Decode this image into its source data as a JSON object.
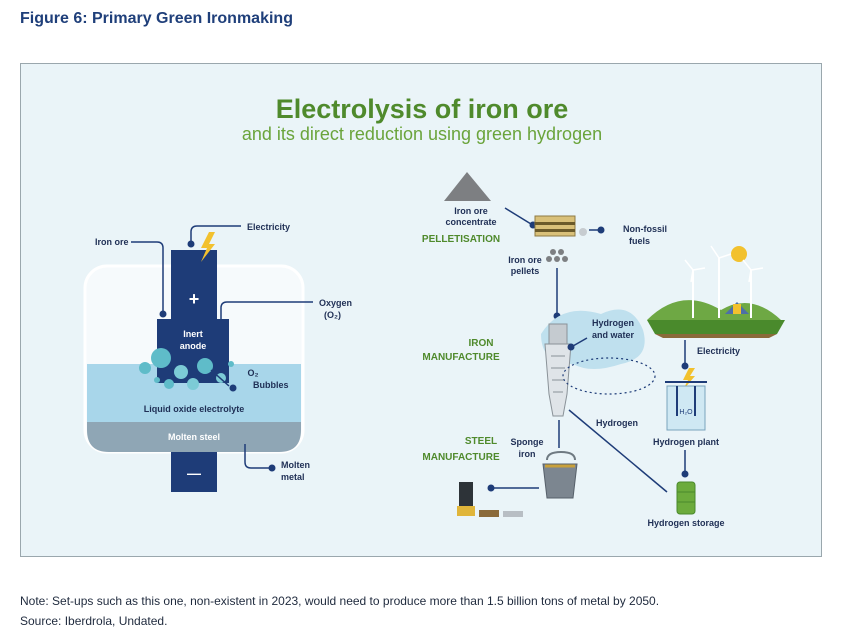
{
  "figure_title": "Figure 6: Primary Green Ironmaking",
  "diagram": {
    "title": "Electrolysis of iron ore",
    "subtitle": "and its direct reduction using green hydrogen",
    "left": {
      "iron_ore": "Iron ore",
      "electricity": "Electricity",
      "oxygen_line1": "Oxygen",
      "oxygen_line2": "(O₂)",
      "inert_line1": "Inert",
      "inert_line2": "anode",
      "bubbles_line1": "O₂",
      "bubbles_line2": "Bubbles",
      "electrolyte": "Liquid oxide electrolyte",
      "molten_steel": "Molten steel",
      "molten_metal_line1": "Molten",
      "molten_metal_line2": "metal",
      "plus": "+",
      "minus": "—"
    },
    "right": {
      "concentrate_line1": "Iron ore",
      "concentrate_line2": "concentrate",
      "pelletisation": "PELLETISATION",
      "nonfossil_line1": "Non-fossil",
      "nonfossil_line2": "fuels",
      "pellets_line1": "Iron ore",
      "pellets_line2": "pellets",
      "iron_line1": "IRON",
      "iron_line2": "MANUFACTURE",
      "h2water_line1": "Hydrogen",
      "h2water_line2": "and water",
      "electricity": "Electricity",
      "hydrogen": "Hydrogen",
      "steel_line1": "STEEL",
      "steel_line2": "MANUFACTURE",
      "sponge_line1": "Sponge",
      "sponge_line2": "iron",
      "plant": "Hydrogen plant",
      "storage": "Hydrogen storage",
      "tank_label": "H₂O"
    }
  },
  "note": "Note: Set-ups such as this one, non-existent in 2023, would need to produce more than 1.5 billion tons of metal by 2050.",
  "source": "Source: Iberdrola, Undated.",
  "colors": {
    "navy": "#1f3f7a",
    "green": "#4f8a2c",
    "light_green": "#6aa43b",
    "panel_bg": "#eaf4f8",
    "electrolyte": "#a8d6ea",
    "molten_steel": "#8fa6b5",
    "anode": "#1e3c78"
  }
}
